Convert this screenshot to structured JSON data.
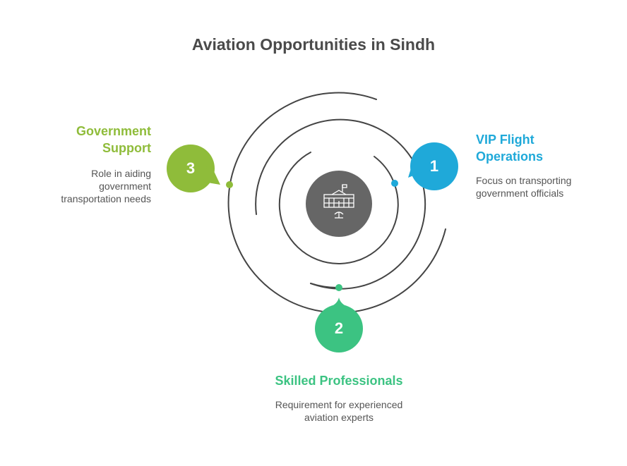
{
  "title": "Aviation Opportunities in Sindh",
  "center": {
    "icon": "government-building-icon",
    "color": "#666666"
  },
  "arc_color": "#444444",
  "items": [
    {
      "number": "1",
      "title_lines": [
        "VIP Flight",
        "Operations"
      ],
      "description_lines": [
        "Focus on transporting",
        "government officials"
      ],
      "color": "#1fa9d9"
    },
    {
      "number": "2",
      "title_lines": [
        "Skilled Professionals"
      ],
      "description_lines": [
        "Requirement for experienced",
        "aviation experts"
      ],
      "color": "#3cc382"
    },
    {
      "number": "3",
      "title_lines": [
        "Government",
        "Support"
      ],
      "description_lines": [
        "Role in aiding",
        "government",
        "transportation needs"
      ],
      "color": "#8fbc3a"
    }
  ]
}
